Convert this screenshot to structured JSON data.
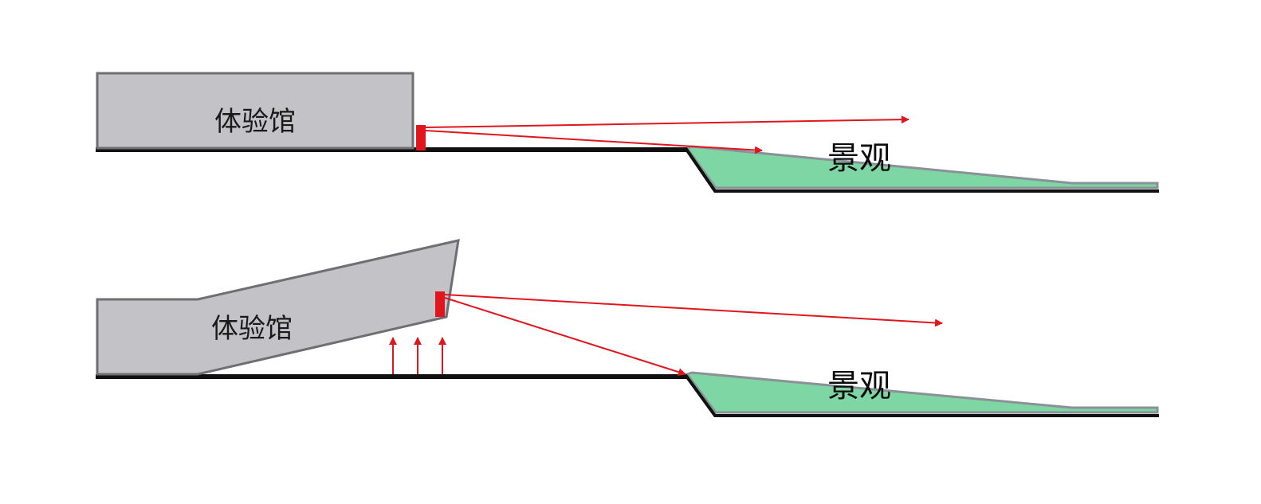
{
  "colors": {
    "building_fill": "#c3c2c7",
    "building_stroke": "#6f6e73",
    "ground": "#111111",
    "landscape_fill": "#7fd6a5",
    "landscape_stroke": "#8a9298",
    "sightline": "#e0161e",
    "marker": "#e0161e",
    "background": "#ffffff"
  },
  "panels": {
    "top": {
      "building_label": "体验馆",
      "landscape_label": "景观"
    },
    "bottom": {
      "building_label": "体验馆",
      "landscape_label": "景观"
    }
  }
}
